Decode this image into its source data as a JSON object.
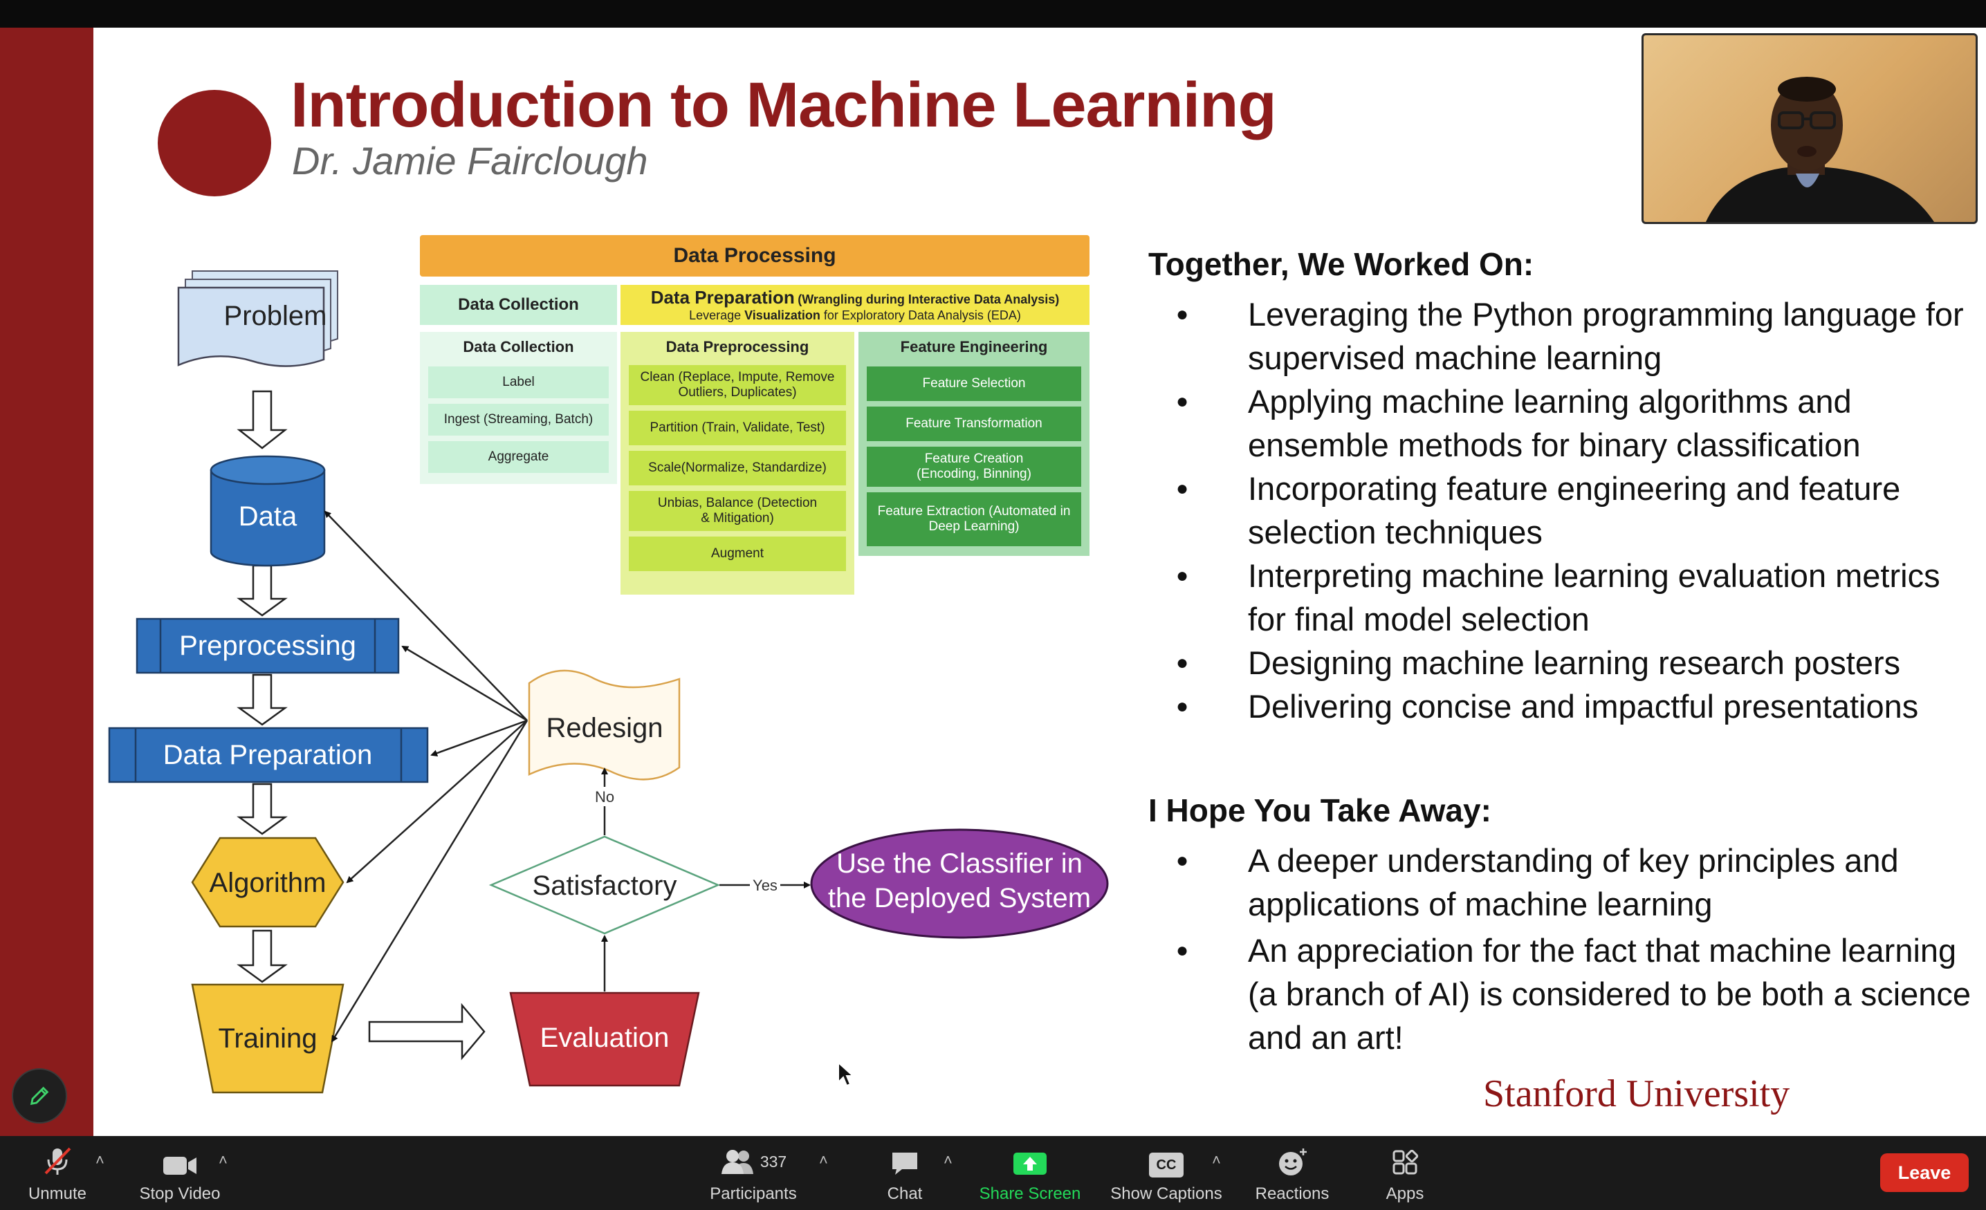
{
  "slide": {
    "title": "Introduction to Machine Learning",
    "subtitle": "Dr. Jamie Fairclough",
    "footer_logo_text": "Stanford University",
    "flow": {
      "problem": "Problem",
      "data": "Data",
      "preprocessing": "Preprocessing",
      "data_preparation": "Data Preparation",
      "algorithm": "Algorithm",
      "training": "Training",
      "redesign": "Redesign",
      "no_label": "No",
      "satisfactory": "Satisfactory",
      "yes_label": "Yes",
      "classifier_line1": "Use the Classifier in",
      "classifier_line2": "the Deployed System",
      "evaluation": "Evaluation"
    },
    "data_processing": {
      "header": "Data Processing",
      "collection_header": "Data Collection",
      "preparation_header": "Data Preparation",
      "preparation_sub1": "(Wrangling during Interactive Data Analysis)",
      "preparation_sub2_a": "Leverage ",
      "preparation_sub2_b": "Visualization",
      "preparation_sub2_c": " for Exploratory Data Analysis (EDA)",
      "columns": [
        {
          "title": "Data Collection",
          "items": [
            "Label",
            "Ingest (Streaming, Batch)",
            "Aggregate"
          ]
        },
        {
          "title": "Data Preprocessing",
          "items": [
            "Clean (Replace, Impute, Remove Outliers, Duplicates)",
            "Partition (Train, Validate, Test)",
            "Scale(Normalize, Standardize)",
            "Unbias, Balance (Detection & Mitigation)",
            "Augment"
          ]
        },
        {
          "title": "Feature Engineering",
          "items": [
            "Feature Selection",
            "Feature Transformation",
            "Feature Creation (Encoding, Binning)",
            "Feature Extraction (Automated in Deep Learning)"
          ]
        }
      ]
    },
    "worked_on": {
      "heading": "Together, We Worked On:",
      "items": [
        "Leveraging the Python programming language for supervised machine learning",
        "Applying machine learning algorithms and ensemble methods for binary classification",
        "Incorporating feature engineering and feature selection techniques",
        "Interpreting machine learning evaluation metrics for final model selection",
        "Designing machine learning research posters",
        "Delivering concise and  impactful presentations"
      ]
    },
    "take_away": {
      "heading": "I Hope You Take Away:",
      "items": [
        "A deeper understanding of key principles and applications of machine learning",
        " An appreciation for the fact that machine learning (a branch of AI) is considered to be both a science and an art!"
      ]
    }
  },
  "toolbar": {
    "unmute": "Unmute",
    "stop_video": "Stop Video",
    "participants_count": "337",
    "participants": "Participants",
    "chat": "Chat",
    "share_screen": "Share Screen",
    "cc_badge": "CC",
    "show_captions": "Show Captions",
    "reactions": "Reactions",
    "apps": "Apps",
    "leave": "Leave"
  },
  "colors": {
    "title": "#8e1c1c",
    "share_screen": "#23d959",
    "leave": "#d82b20",
    "orange_header": "#f2a93a",
    "light_green": "#c9f1d8",
    "lime": "#c5e34a",
    "dark_green": "#3f9e45"
  }
}
